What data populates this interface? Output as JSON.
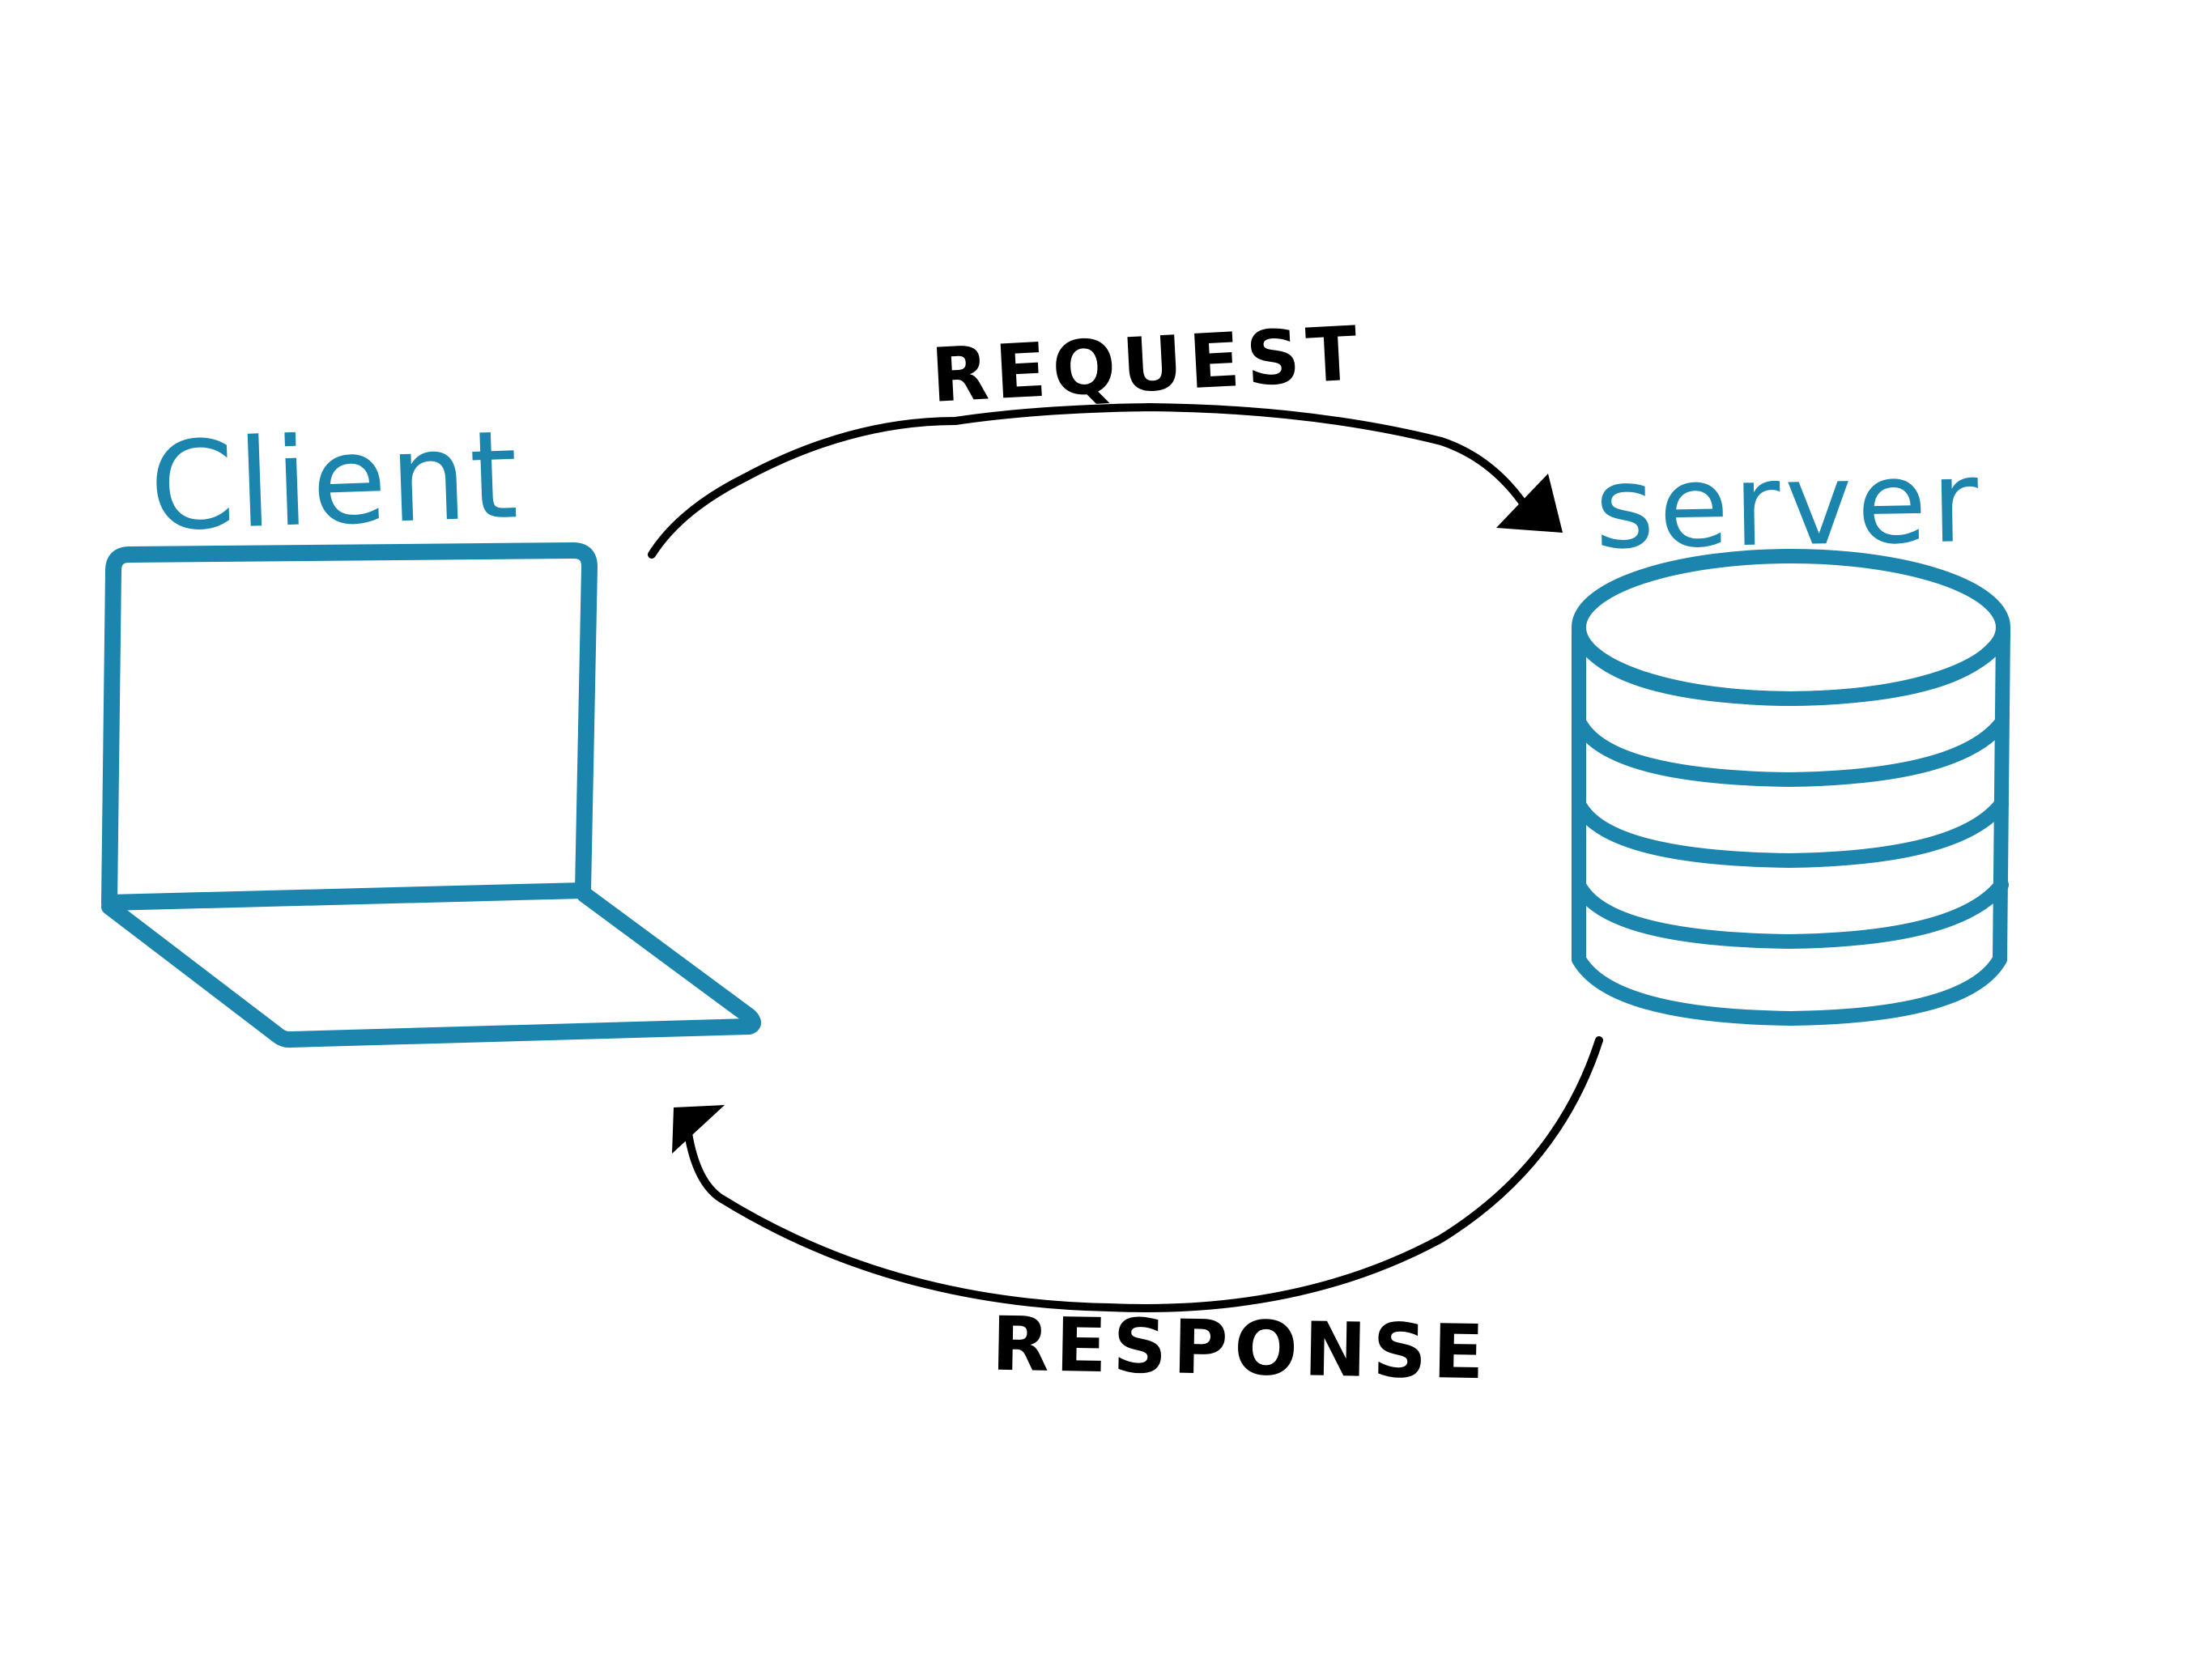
{
  "labels": {
    "client": "Client",
    "server": "server",
    "request": "REQUEST",
    "response": "RESPONSE"
  },
  "colors": {
    "accent": "#1c85ad",
    "ink": "#000000",
    "background": "#ffffff"
  },
  "icons": {
    "client": "laptop-icon",
    "server": "database-stack-icon"
  }
}
